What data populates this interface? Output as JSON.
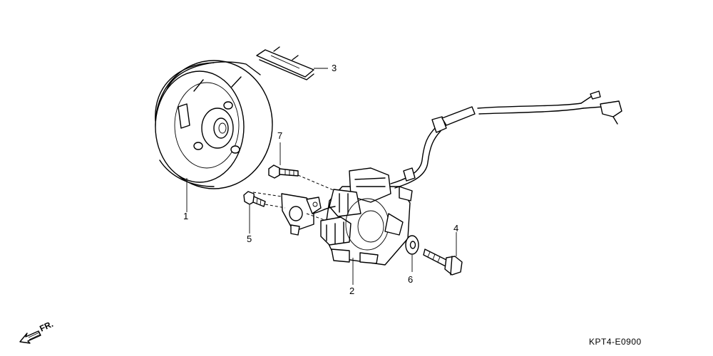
{
  "callouts": [
    {
      "id": "1",
      "label": "1"
    },
    {
      "id": "2",
      "label": "2"
    },
    {
      "id": "3",
      "label": "3"
    },
    {
      "id": "4",
      "label": "4"
    },
    {
      "id": "5",
      "label": "5"
    },
    {
      "id": "6",
      "label": "6"
    },
    {
      "id": "7",
      "label": "7"
    }
  ],
  "diagram_code": "KPT4-E0900",
  "front_indicator": "FR.",
  "icons": [
    "front-direction-arrow-icon"
  ]
}
